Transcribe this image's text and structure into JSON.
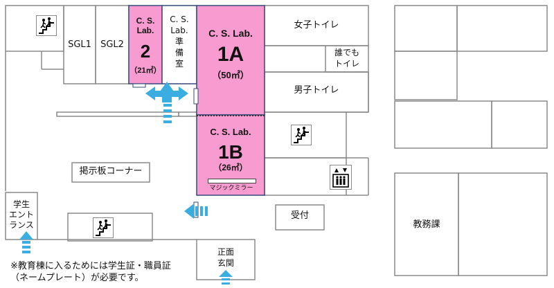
{
  "rooms": {
    "sgl1": "SGL1",
    "sgl2": "SGL2",
    "lab2": {
      "title_line1": "C. S.",
      "title_line2": "Lab.",
      "number": "2",
      "area": "（21㎡）"
    },
    "prep": {
      "line1": "C. S.",
      "line2": "Lab.",
      "line3": "準",
      "line4": "備",
      "line5": "室"
    },
    "lab1a": {
      "title": "C. S. Lab.",
      "number": "1A",
      "area": "（50㎡）"
    },
    "lab1b": {
      "title": "C. S. Lab.",
      "number": "1B",
      "area": "（26㎡）",
      "mirror": "マジックミラー"
    },
    "womens_toilet": "女子トイレ",
    "anyone_toilet_line1": "誰でも",
    "anyone_toilet_line2": "トイレ",
    "mens_toilet": "男子トイレ",
    "bulletin": "掲示板コーナー",
    "reception": "受付",
    "academic_affairs": "教務課",
    "student_entrance": {
      "line1": "学生",
      "line2": "エント",
      "line3": "ランス"
    },
    "main_entrance": {
      "line1": "正面",
      "line2": "玄関"
    }
  },
  "note": {
    "line1": "※教育棟に入るためには学生証・職員証",
    "line2": "（ネームプレート）が必要です。"
  },
  "icons": [
    "stairs-icon",
    "stairs-icon",
    "stairs-icon",
    "elevator-icon"
  ],
  "colors": {
    "lab": "#f79bd0",
    "arrow": "#3aaee0",
    "wall": "#888888",
    "lab_border": "#36497a"
  }
}
